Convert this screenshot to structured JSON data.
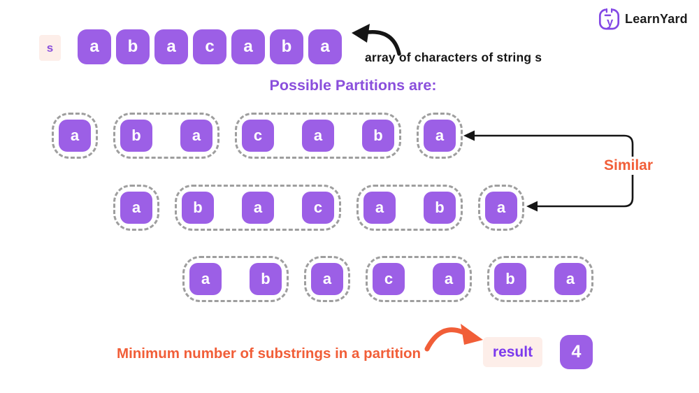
{
  "brand": {
    "name": "LearnYard",
    "icon": "shield-y-icon"
  },
  "string_label": "s",
  "array": {
    "letters": [
      "a",
      "b",
      "a",
      "c",
      "a",
      "b",
      "a"
    ],
    "caption": "array of characters of string s"
  },
  "heading": "Possible Partitions are:",
  "partitions": [
    {
      "groups": [
        [
          "a"
        ],
        [
          "b",
          "a"
        ],
        [
          "c",
          "a",
          "b"
        ],
        [
          "a"
        ]
      ]
    },
    {
      "groups": [
        [
          "a"
        ],
        [
          "b",
          "a",
          "c"
        ],
        [
          "a",
          "b"
        ],
        [
          "a"
        ]
      ]
    },
    {
      "groups": [
        [
          "a",
          "b"
        ],
        [
          "a"
        ],
        [
          "c",
          "a"
        ],
        [
          "b",
          "a"
        ]
      ]
    }
  ],
  "similar_label": "Similar",
  "result": {
    "caption": "Minimum number of substrings in a partition",
    "label": "result",
    "value": "4"
  },
  "colors": {
    "purple": "#9C5FE6",
    "heading_purple": "#8A4FDC",
    "result_purple": "#7C3AED",
    "pink": "#FDEEE9",
    "orange": "#F15E38",
    "dash_gray": "#9E9E9E",
    "arrow_black": "#151515",
    "logo_purple": "#8247E5"
  }
}
